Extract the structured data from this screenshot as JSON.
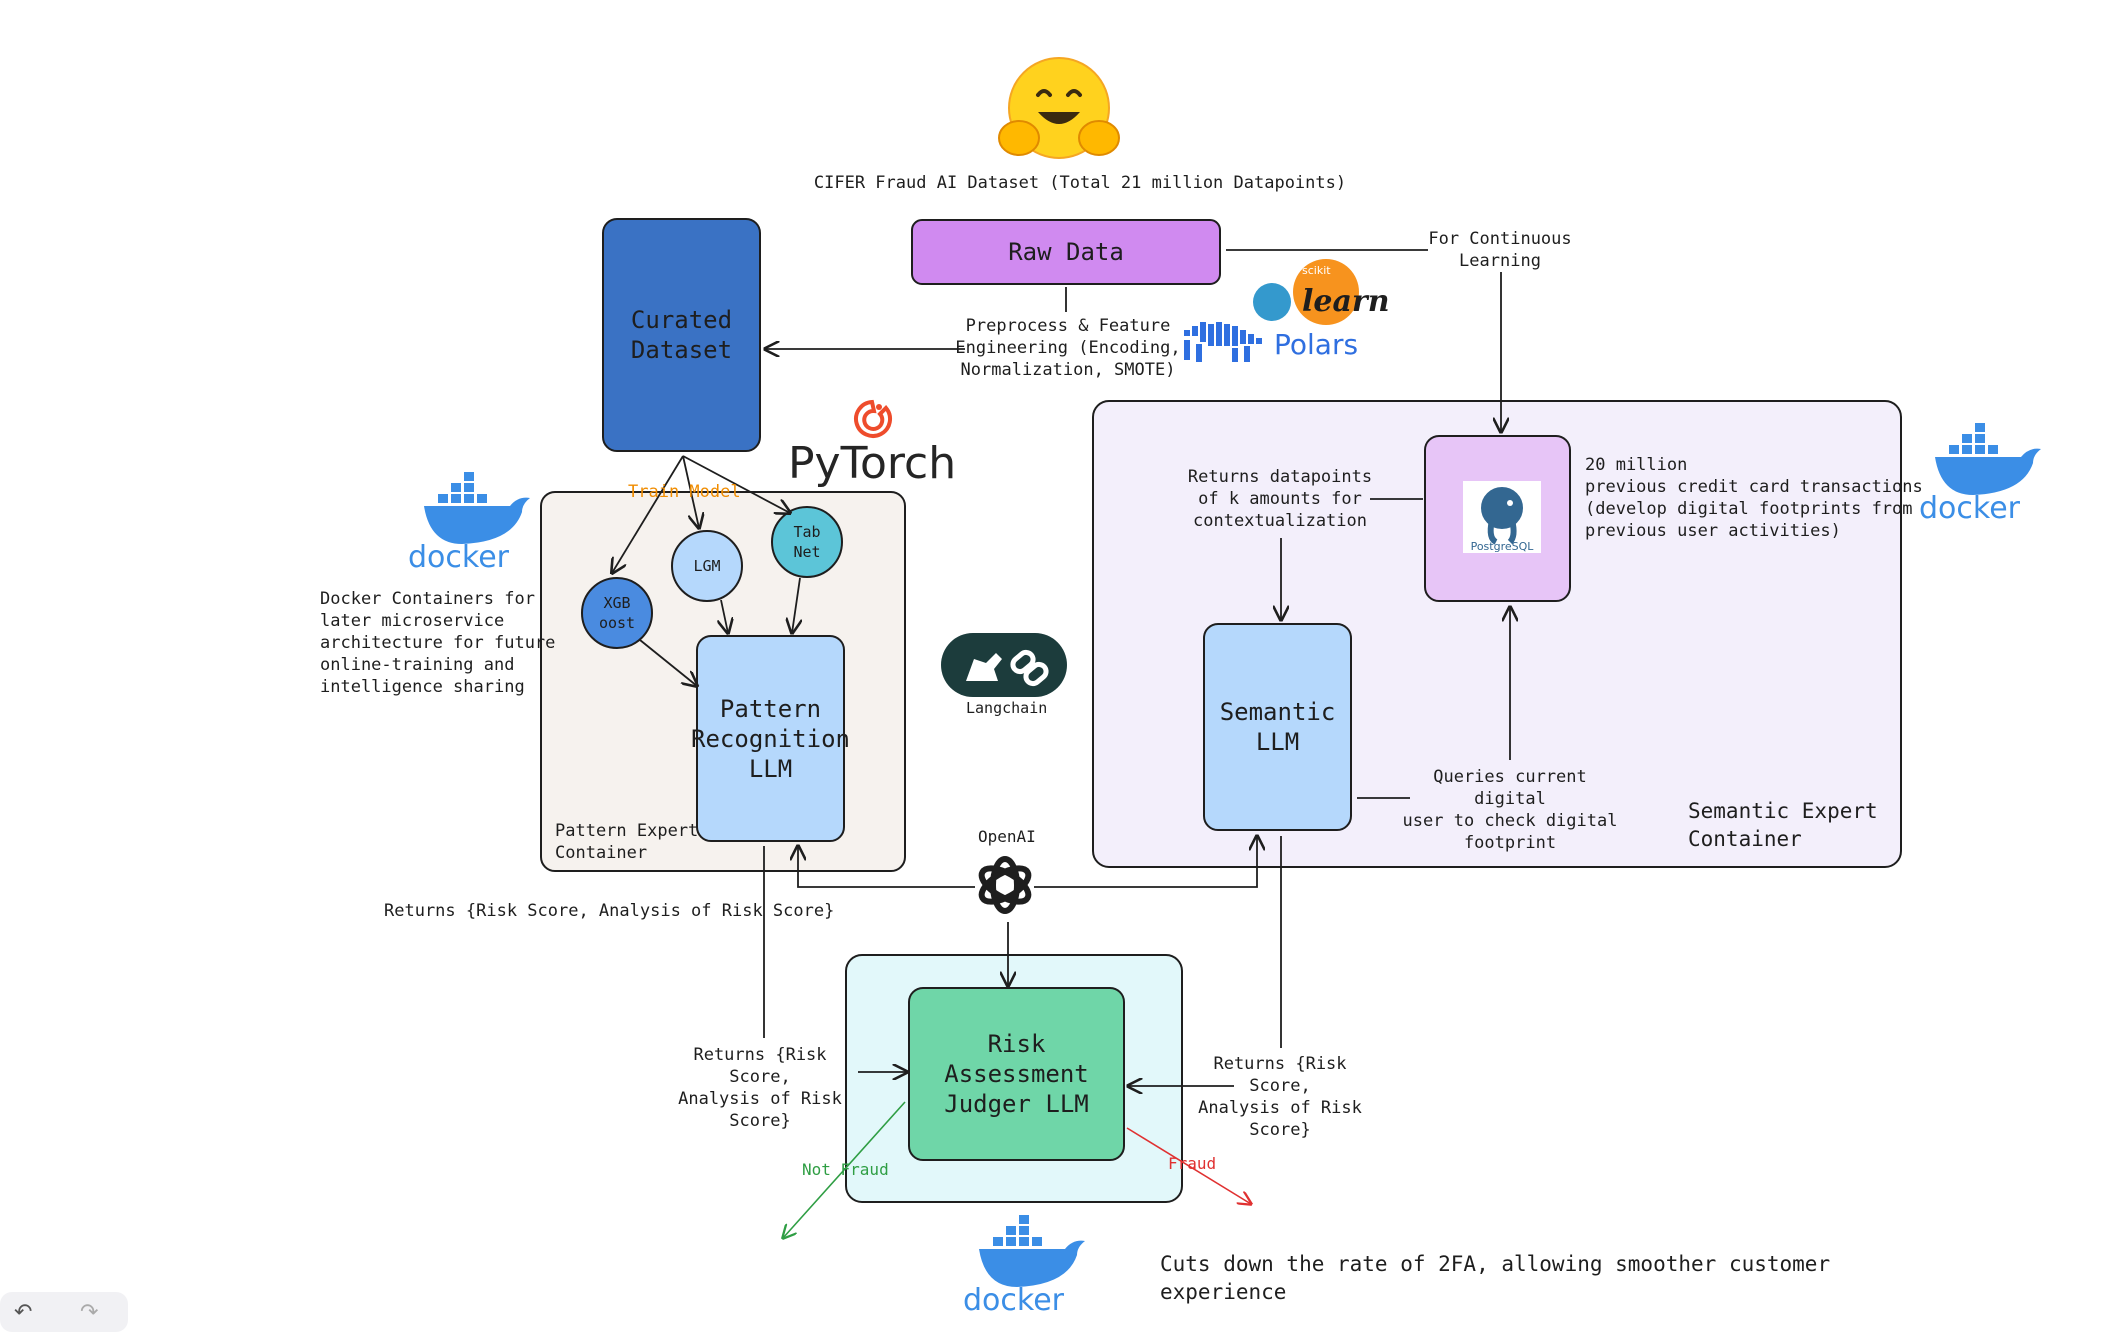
{
  "header": {
    "dataset_title": "CIFER Fraud AI Dataset (Total 21 million Datapoints)"
  },
  "nodes": {
    "raw_data": "Raw Data",
    "curated_dataset": "Curated\nDataset",
    "preprocess": "Preprocess & Feature\nEngineering (Encoding,\nNormalization, SMOTE)",
    "continuous_learning": "For Continuous\nLearning",
    "train_model": "Train Model",
    "xgboost": "XGB\noost",
    "lgm": "LGM",
    "tabnet": "Tab\nNet",
    "pattern_llm": "Pattern\nRecognition\nLLM",
    "pattern_container": "Pattern Expert\nContainer",
    "semantic_llm": "Semantic\nLLM",
    "semantic_container": "Semantic Expert\nContainer",
    "returns_datapoints": "Returns datapoints\nof k amounts for\ncontextualization",
    "db_description": "20 million\nprevious credit card transactions\n(develop digital footprints from\nprevious user activities)",
    "queries": "Queries current digital\nuser to check digital\nfootprint",
    "returns_top": "Returns {Risk Score, Analysis of Risk Score}",
    "returns_left": "Returns {Risk Score,\nAnalysis of Risk\nScore}",
    "returns_right": "Returns {Risk Score,\nAnalysis of Risk\nScore}",
    "judge_llm": "Risk Assessment\nJudger LLM",
    "not_fraud": "Not Fraud",
    "fraud": "Fraud",
    "docker_note": "Docker Containers for\nlater microservice\narchitecture for future\nonline-training and\nintelligence sharing",
    "outcome": "Cuts down the rate of 2FA, allowing smoother customer\nexperience"
  },
  "logos": {
    "pytorch": "PyTorch",
    "langchain": "Langchain",
    "openai": "OpenAI",
    "polars": "Polars",
    "sklearn_small": "scikit",
    "sklearn": "learn",
    "postgres": "PostgreSQL",
    "docker": "docker"
  },
  "toolbar": {
    "undo_icon": "undo-icon",
    "redo_icon": "redo-icon"
  },
  "colors": {
    "raw_data": "#d08af0",
    "curated": "#3a72c4",
    "pattern_llm": "#b5d8fc",
    "semantic_llm": "#b5d8fc",
    "judge": "#6fd6a8",
    "judge_container": "#e2f8fa",
    "semantic_container": "#f3effb",
    "pattern_container": "#f6f2ee",
    "docker_blue": "#3b8ee6",
    "fraud": "#e03131",
    "not_fraud": "#2f9e44",
    "train_model": "#f08c00"
  }
}
